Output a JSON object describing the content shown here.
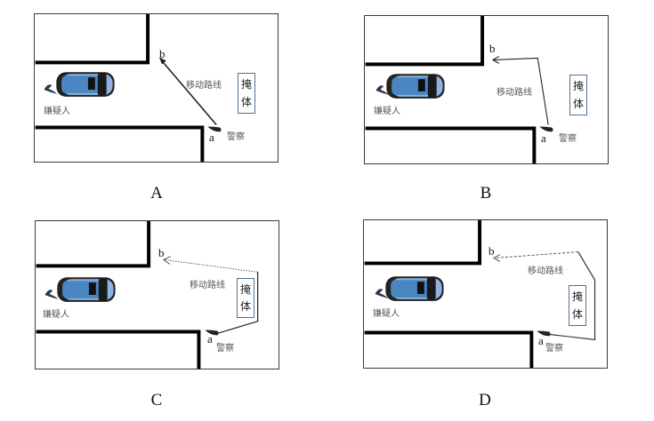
{
  "figure": {
    "panels": [
      {
        "id": "A",
        "caption": "A",
        "route_label": "移动路线",
        "route_style": "solid",
        "route_description": "straight diagonal from a to b, passing through open area"
      },
      {
        "id": "B",
        "caption": "B",
        "route_label": "移动路线",
        "route_style": "solid-thin",
        "route_description": "from a up nearly vertically, then left horizontally to b"
      },
      {
        "id": "C",
        "caption": "C",
        "route_label": "移动路线",
        "route_style": "dotted",
        "route_description": "from a right to behind cover, up along cover, then diagonally to b"
      },
      {
        "id": "D",
        "caption": "D",
        "route_label": "移动路线",
        "route_style": "dashed",
        "route_description": "from a right past cover, up, diagonal up-left, then horizontally left to b"
      }
    ],
    "labels": {
      "point_a": "a",
      "point_b": "b",
      "police": "警察",
      "suspect": "嫌疑人",
      "cover_chars": [
        "掩",
        "体"
      ]
    },
    "colors": {
      "wall": "#000000",
      "frame": "#3a3a3a",
      "cover_border": "#4f7294",
      "car_body": "#7aa6d6",
      "car_roof": "#1a1a1a",
      "route": "#222222",
      "label_text": "#555555"
    }
  }
}
